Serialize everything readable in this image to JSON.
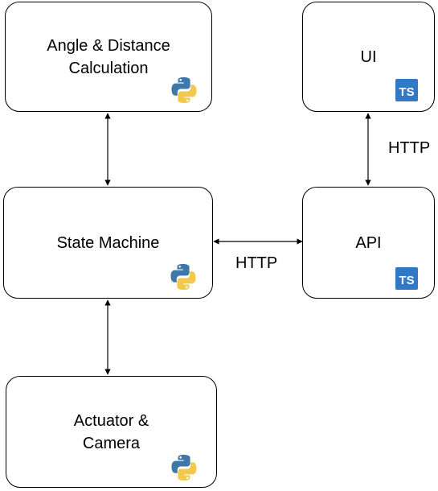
{
  "nodes": {
    "angle": {
      "label": "Angle & Distance Calculation",
      "tech": "python-icon"
    },
    "ui": {
      "label": "UI",
      "tech": "typescript-icon"
    },
    "state": {
      "label": "State Machine",
      "tech": "python-icon"
    },
    "api": {
      "label": "API",
      "tech": "typescript-icon"
    },
    "actuator": {
      "label": "Actuator & Camera",
      "tech": "python-icon"
    }
  },
  "edges": {
    "ui_api": {
      "label": "HTTP"
    },
    "state_api": {
      "label": "HTTP"
    }
  },
  "icons": {
    "ts_text": "TS",
    "ts_color": "#3178C6",
    "python_blue": "#3E77A8",
    "python_yellow": "#F2C94C"
  }
}
